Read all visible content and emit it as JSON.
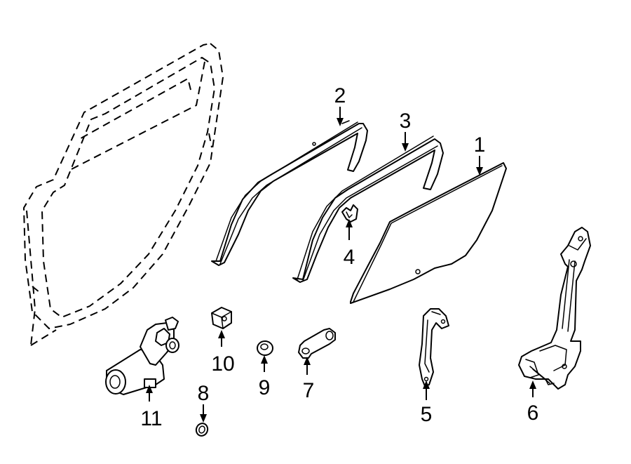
{
  "diagram": {
    "line_color": "#000000",
    "background": "#ffffff",
    "callouts": [
      {
        "id": "1",
        "label": "1"
      },
      {
        "id": "2",
        "label": "2"
      },
      {
        "id": "3",
        "label": "3"
      },
      {
        "id": "4",
        "label": "4"
      },
      {
        "id": "5",
        "label": "5"
      },
      {
        "id": "6",
        "label": "6"
      },
      {
        "id": "7",
        "label": "7"
      },
      {
        "id": "8",
        "label": "8"
      },
      {
        "id": "9",
        "label": "9"
      },
      {
        "id": "10",
        "label": "10"
      },
      {
        "id": "11",
        "label": "11"
      }
    ]
  }
}
